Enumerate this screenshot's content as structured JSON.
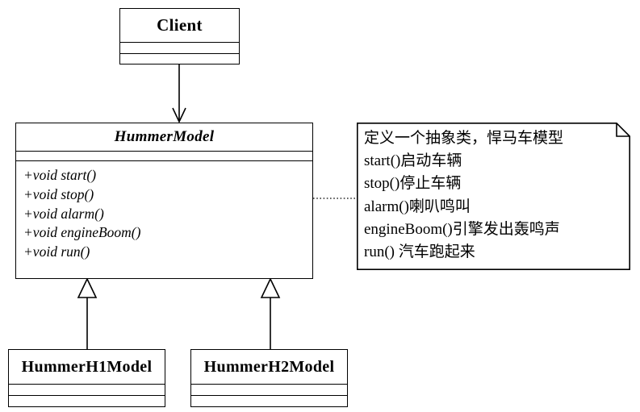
{
  "diagram": {
    "type": "uml-class-diagram",
    "title": "Hummer Model Abstract Class Diagram",
    "background_color": "#ffffff",
    "line_color": "#000000"
  },
  "classes": {
    "client": {
      "name": "Client",
      "stereotype": "",
      "abstract": false,
      "attributes": [],
      "methods": []
    },
    "hummer_model": {
      "name": "HummerModel",
      "abstract": true,
      "attributes": [],
      "methods": [
        "+void start()",
        "+void stop()",
        "+void alarm()",
        "+void engineBoom()",
        "+void run()"
      ]
    },
    "hummer_h1_model": {
      "name": "HummerH1Model",
      "abstract": false,
      "attributes": [],
      "methods": []
    },
    "hummer_h2_model": {
      "name": "HummerH2Model",
      "abstract": false,
      "attributes": [],
      "methods": []
    }
  },
  "note": {
    "lines": [
      "定义一个抽象类，悍马车模型",
      "start()启动车辆",
      "stop()停止车辆",
      "alarm()喇叭鸣叫",
      "engineBoom()引擎发出轰鸣声",
      "run() 汽车跑起来"
    ]
  },
  "relationships": [
    {
      "id": "client-to-hummermodel",
      "kind": "association-directed",
      "from": "client",
      "to": "hummer_model",
      "arrow": "open-arrow"
    },
    {
      "id": "hummermodel-to-note",
      "kind": "note-anchor",
      "from": "hummer_model",
      "to": "note",
      "arrow": "dotted"
    },
    {
      "id": "h1-generalization",
      "kind": "generalization",
      "from": "hummer_h1_model",
      "to": "hummer_model",
      "arrow": "hollow-triangle"
    },
    {
      "id": "h2-generalization",
      "kind": "generalization",
      "from": "hummer_h2_model",
      "to": "hummer_model",
      "arrow": "hollow-triangle"
    }
  ]
}
